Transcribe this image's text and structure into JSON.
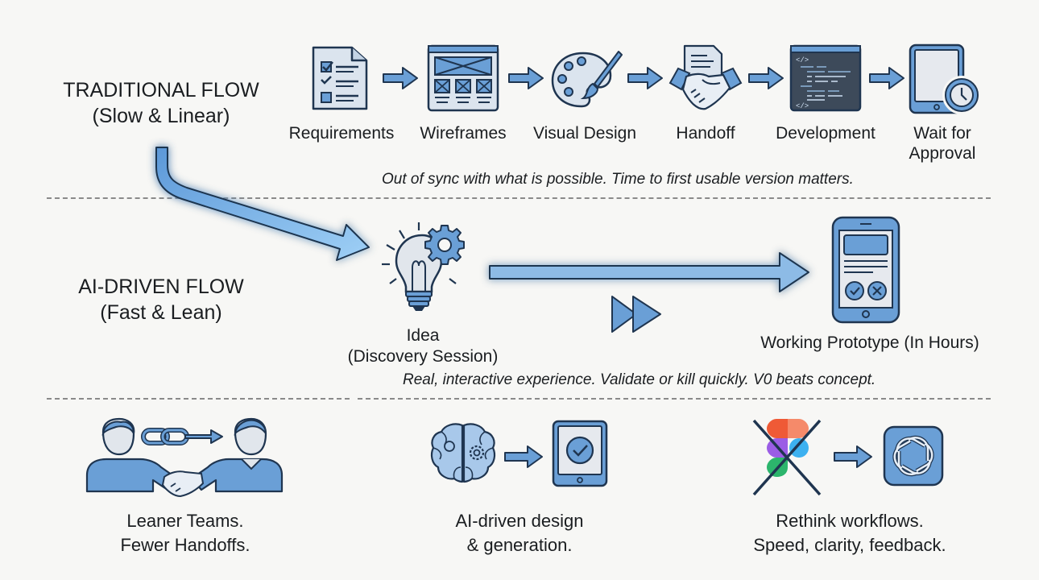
{
  "colors": {
    "accent": "#6a9fd6",
    "accent_light": "#cfe0f3",
    "stroke": "#1f3550",
    "code_bg": "#3d4a5a",
    "figma_red": "#ef5a36",
    "figma_orange": "#f58a6a",
    "figma_purple": "#9b5de5",
    "figma_blue": "#3db1f0",
    "figma_green": "#2cb56c"
  },
  "traditional": {
    "title": "TRADITIONAL FLOW",
    "subtitle": "(Slow & Linear)",
    "steps": [
      {
        "label": "Requirements",
        "icon": "checklist-document-icon"
      },
      {
        "label": "Wireframes",
        "icon": "wireframe-icon"
      },
      {
        "label": "Visual Design",
        "icon": "paint-palette-icon"
      },
      {
        "label": "Handoff",
        "icon": "handshake-document-icon"
      },
      {
        "label": "Development",
        "icon": "code-editor-icon"
      },
      {
        "label": "Wait for",
        "label2": "Approval",
        "icon": "tablet-clock-icon"
      }
    ],
    "note": "Out of sync with what is possible. Time to first usable version matters."
  },
  "ai": {
    "title": "AI-DRIVEN FLOW",
    "subtitle": "(Fast & Lean)",
    "idea_label": "Idea",
    "idea_sublabel": "(Discovery Session)",
    "prototype_label": "Working Prototype (In Hours)",
    "note": "Real, interactive experience. Validate or kill quickly. V0 beats concept."
  },
  "benefits": [
    {
      "line1": "Leaner Teams.",
      "line2": "Fewer Handoffs."
    },
    {
      "line1": "AI-driven design",
      "line2": "& generation."
    },
    {
      "line1": "Rethink workflows.",
      "line2": "Speed, clarity, feedback."
    }
  ]
}
